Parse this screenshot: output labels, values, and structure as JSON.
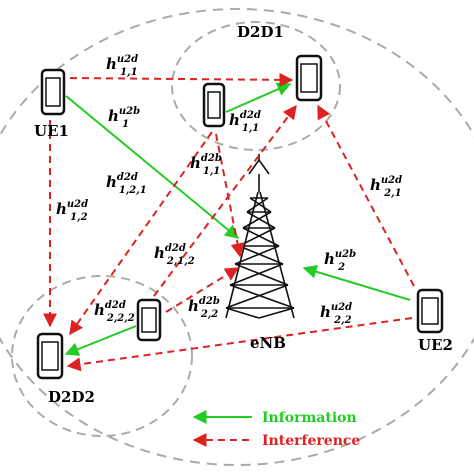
{
  "nodes": {
    "d2d1": "D2D1",
    "d2d2": "D2D2",
    "ue1": "UE1",
    "ue2": "UE2",
    "enb": "eNB"
  },
  "channels": {
    "h11_u2d": {
      "h": "h",
      "sup": "u2d",
      "sub": "1,1"
    },
    "h1_u2b": {
      "h": "h",
      "sup": "u2b",
      "sub": "1"
    },
    "h11_d2d": {
      "h": "h",
      "sup": "d2d",
      "sub": "1,1"
    },
    "h11_d2b": {
      "h": "h",
      "sup": "d2b",
      "sub": "1,1"
    },
    "h121_d2d": {
      "h": "h",
      "sup": "d2d",
      "sub": "1,2,1"
    },
    "h12_u2d": {
      "h": "h",
      "sup": "u2d",
      "sub": "1,2"
    },
    "h21_u2d": {
      "h": "h",
      "sup": "u2d",
      "sub": "2,1"
    },
    "h212_d2d": {
      "h": "h",
      "sup": "d2d",
      "sub": "2,1,2"
    },
    "h2_u2b": {
      "h": "h",
      "sup": "u2b",
      "sub": "2"
    },
    "h222_d2d": {
      "h": "h",
      "sup": "d2d",
      "sub": "2,2,2"
    },
    "h22_d2b": {
      "h": "h",
      "sup": "d2b",
      "sub": "2,2"
    },
    "h22_u2d": {
      "h": "h",
      "sup": "u2d",
      "sub": "2,2"
    }
  },
  "legend": {
    "information": "Information",
    "interference": "Interference"
  },
  "colors": {
    "information": "#22cc22",
    "interference": "#dd2222",
    "cluster": "#aaaaaa",
    "tower": "#111111"
  },
  "icons": [
    "phone-icon",
    "tower-icon"
  ]
}
